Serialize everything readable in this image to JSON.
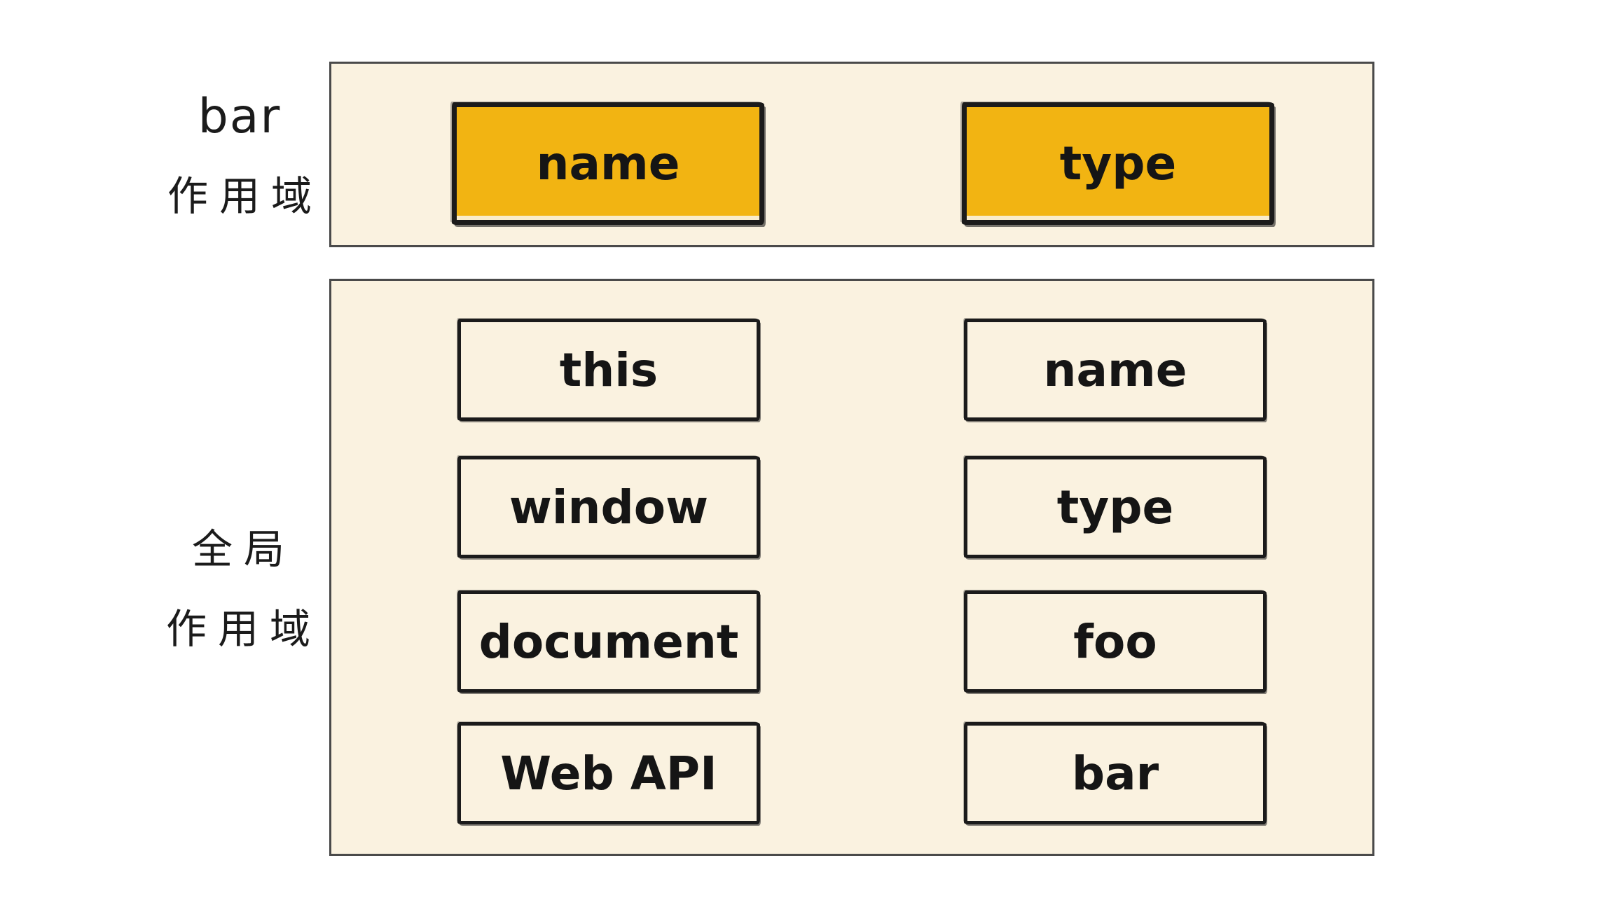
{
  "colors": {
    "highlight": "#F2B412",
    "panel_bg": "#FAF2E0",
    "ink": "#1B1B1B",
    "page_bg": "#FFFFFF"
  },
  "bar_scope": {
    "label_en": "bar",
    "label_zh": "作用域",
    "variables": [
      "name",
      "type"
    ]
  },
  "global_scope": {
    "label_line1": "全局",
    "label_line2": "作用域",
    "left_column": [
      "this",
      "window",
      "document",
      "Web API"
    ],
    "right_column": [
      "name",
      "type",
      "foo",
      "bar"
    ]
  }
}
